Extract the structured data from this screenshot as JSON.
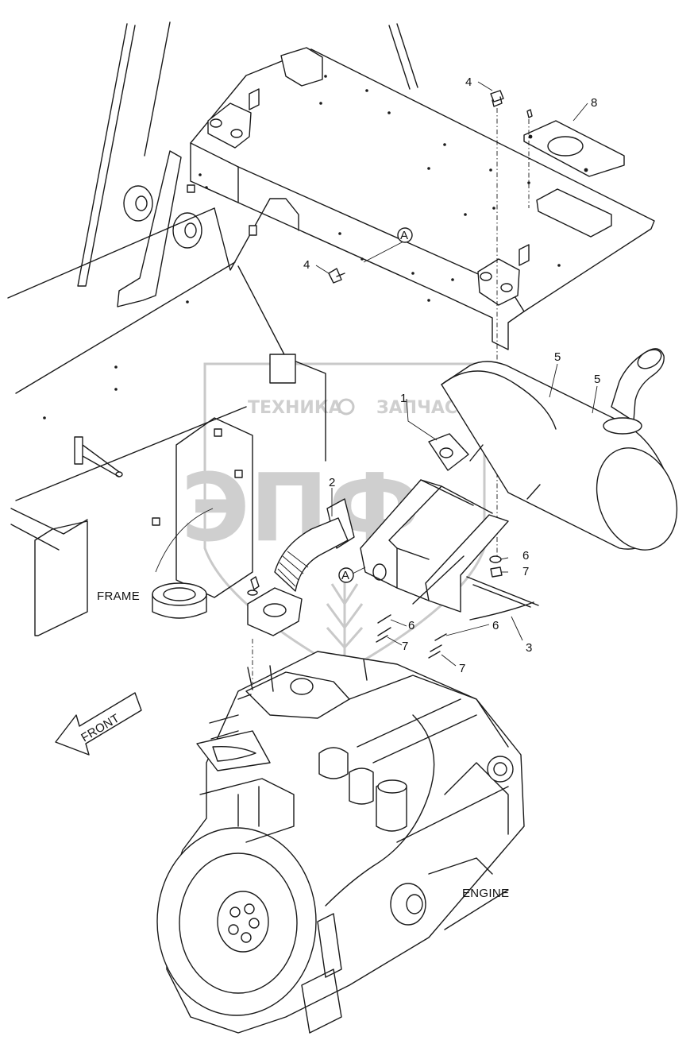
{
  "watermark": {
    "brand_top_left": "ТЕХНИКА",
    "brand_top_right": "ЗАПЧАСТИ",
    "brand_logo": "ЭПФ"
  },
  "captions": {
    "frame": "FRAME",
    "engine": "ENGINE",
    "front": "FRONT"
  },
  "callouts": [
    {
      "id": "c4a",
      "text": "4"
    },
    {
      "id": "c8",
      "text": "8"
    },
    {
      "id": "c4b",
      "text": "4"
    },
    {
      "id": "cA1",
      "text": "A"
    },
    {
      "id": "c5a",
      "text": "5"
    },
    {
      "id": "c5b",
      "text": "5"
    },
    {
      "id": "c1",
      "text": "1"
    },
    {
      "id": "c2",
      "text": "2"
    },
    {
      "id": "c6a",
      "text": "6"
    },
    {
      "id": "c7a",
      "text": "7"
    },
    {
      "id": "cA2",
      "text": "A"
    },
    {
      "id": "c6b",
      "text": "6"
    },
    {
      "id": "c7b",
      "text": "7"
    },
    {
      "id": "c3",
      "text": "3"
    },
    {
      "id": "c6c",
      "text": "6"
    },
    {
      "id": "c7c",
      "text": "7"
    }
  ]
}
